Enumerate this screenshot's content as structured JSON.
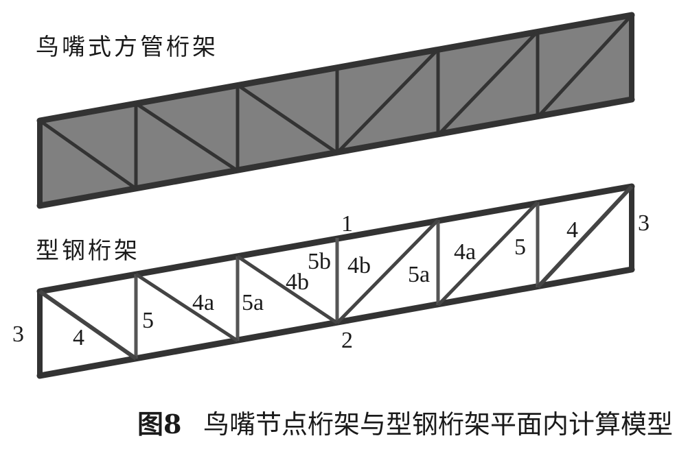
{
  "colors": {
    "outline": "#333333",
    "panel_fill": "#808080",
    "background": "#ffffff"
  },
  "top_truss": {
    "label": "鸟嘴式方管桁架"
  },
  "bottom_truss": {
    "label": "型钢桁架",
    "member_labels": [
      "3",
      "4",
      "5",
      "4a",
      "5a",
      "4b",
      "5b",
      "1",
      "4b",
      "2",
      "5a",
      "4a",
      "5",
      "4",
      "3"
    ]
  },
  "caption": {
    "figure_number": "图8",
    "text": "鸟嘴节点桁架与型钢桁架平面内计算模型"
  }
}
